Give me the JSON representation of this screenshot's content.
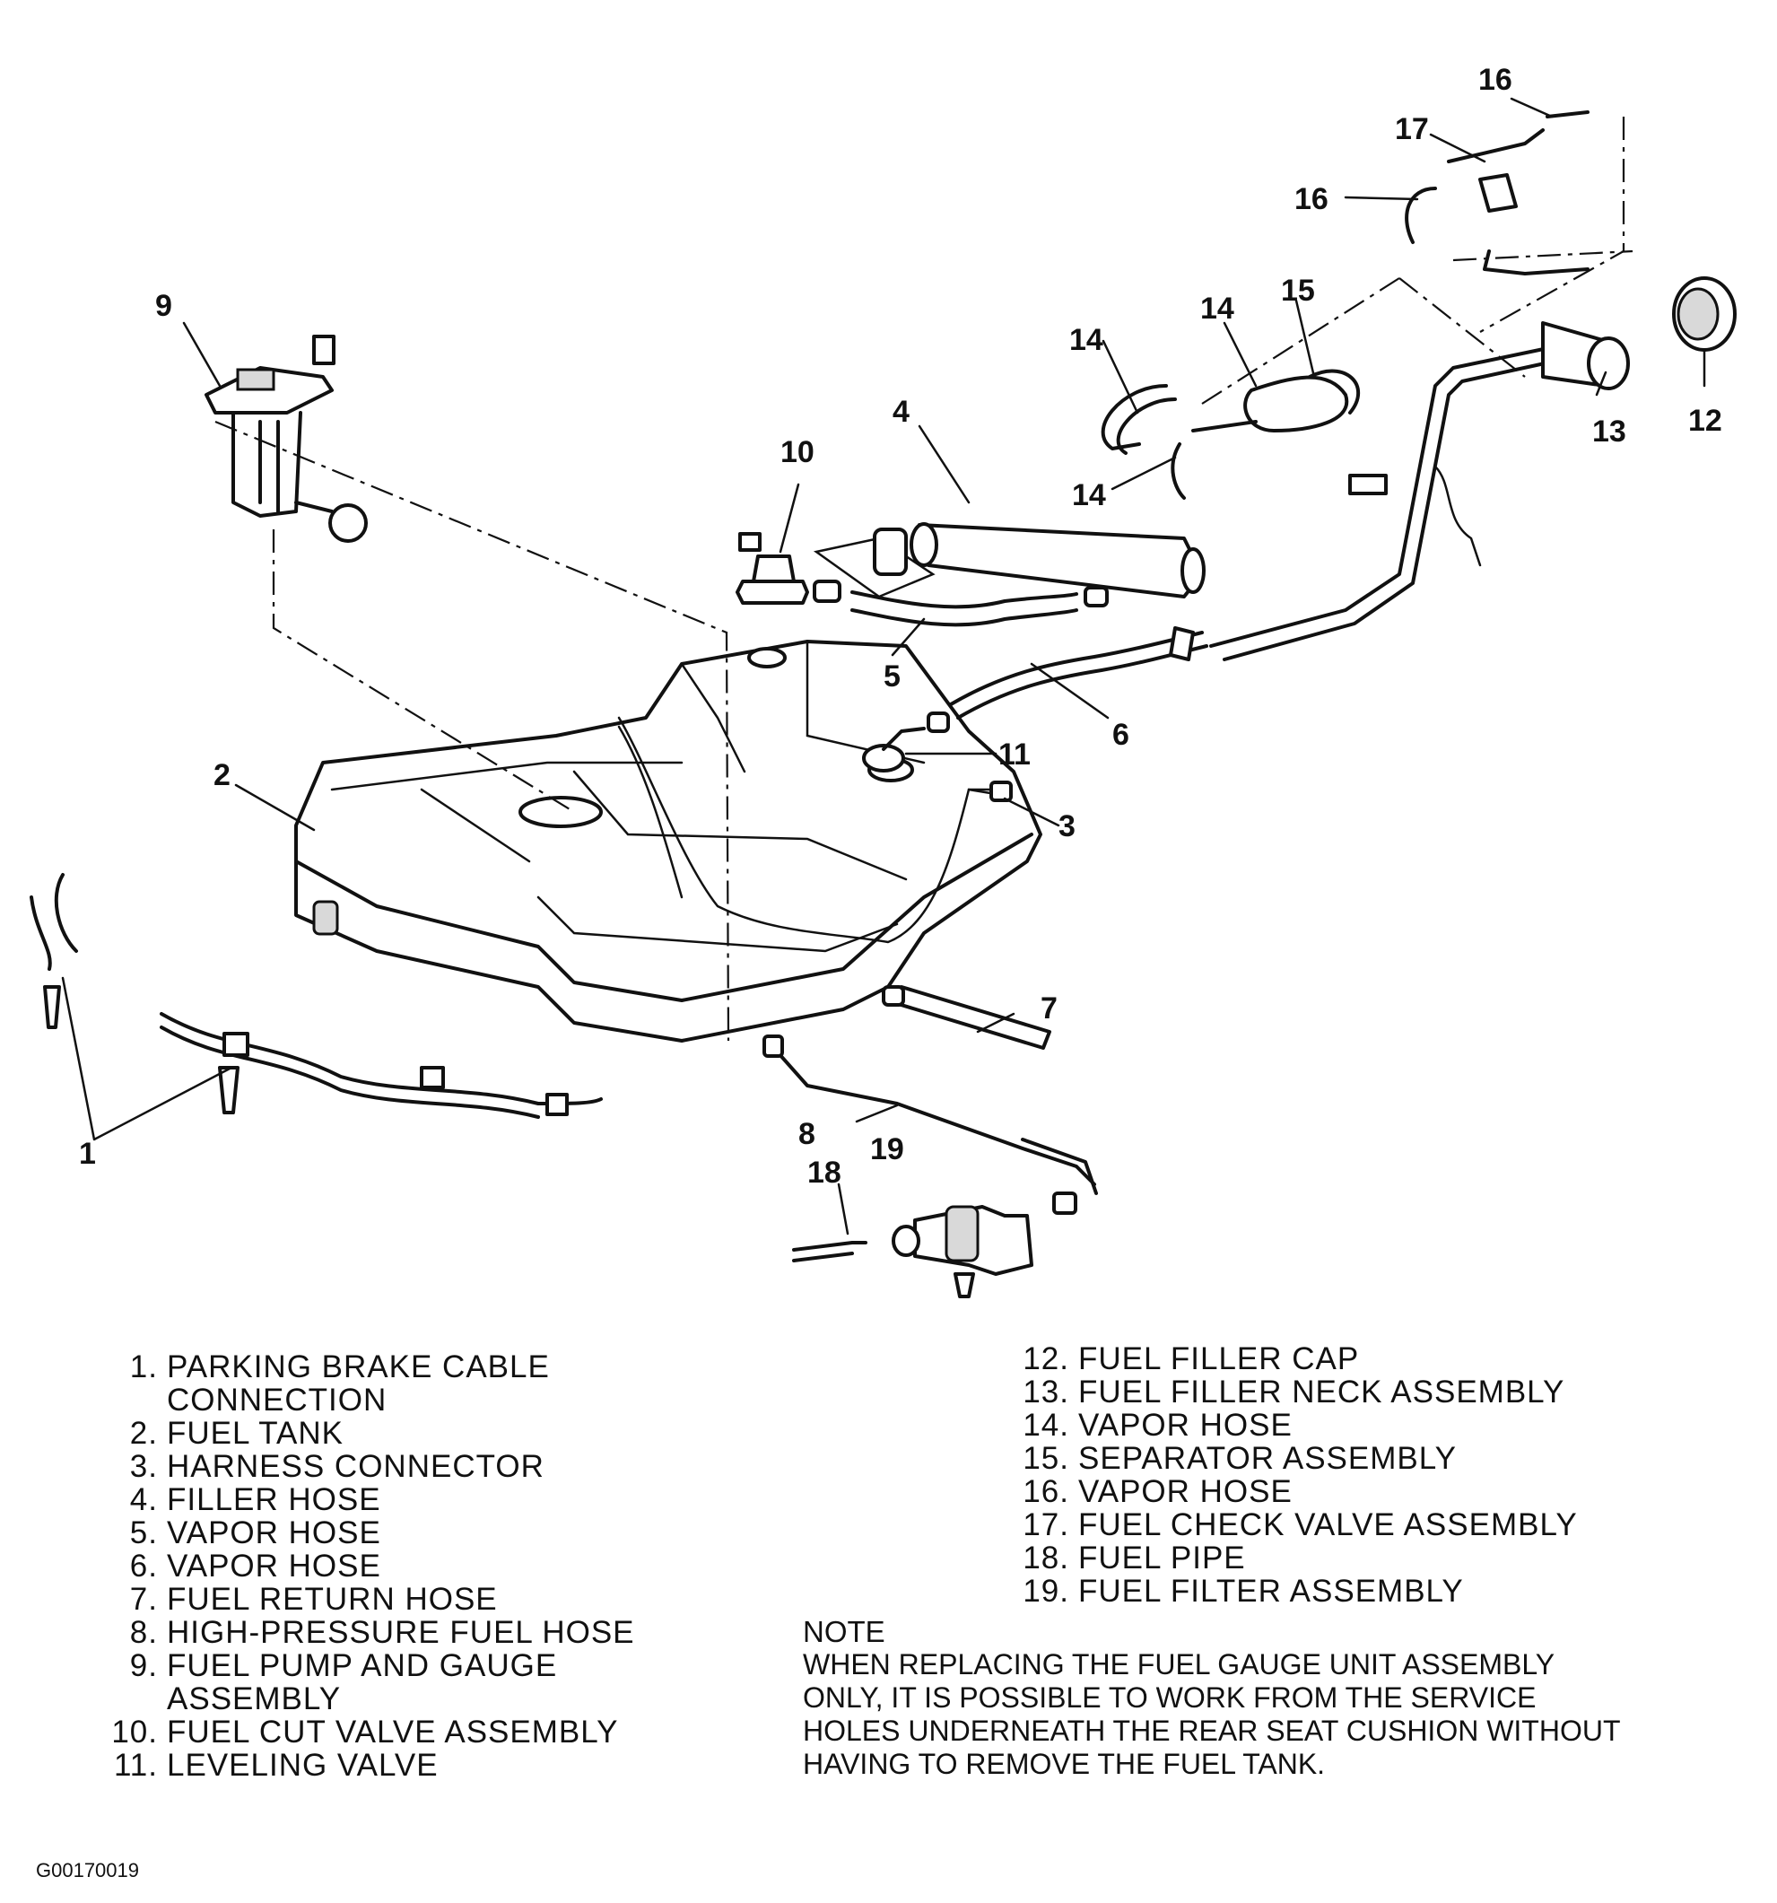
{
  "diagram": {
    "callouts": [
      "1",
      "2",
      "3",
      "4",
      "5",
      "6",
      "7",
      "8",
      "9",
      "10",
      "11",
      "12",
      "13",
      "14",
      "14",
      "14",
      "15",
      "16",
      "16",
      "17",
      "18",
      "19"
    ]
  },
  "legend_left": [
    {
      "num": "1.",
      "label": "PARKING BRAKE CABLE",
      "cont": "CONNECTION"
    },
    {
      "num": "2.",
      "label": "FUEL TANK"
    },
    {
      "num": "3.",
      "label": "HARNESS CONNECTOR"
    },
    {
      "num": "4.",
      "label": "FILLER HOSE"
    },
    {
      "num": "5.",
      "label": "VAPOR HOSE"
    },
    {
      "num": "6.",
      "label": "VAPOR HOSE"
    },
    {
      "num": "7.",
      "label": "FUEL RETURN HOSE"
    },
    {
      "num": "8.",
      "label": "HIGH-PRESSURE FUEL HOSE"
    },
    {
      "num": "9.",
      "label": "FUEL PUMP AND GAUGE",
      "cont": "ASSEMBLY"
    },
    {
      "num": "10.",
      "label": "FUEL CUT VALVE ASSEMBLY"
    },
    {
      "num": "11.",
      "label": "LEVELING VALVE"
    }
  ],
  "legend_right": [
    {
      "num": "12.",
      "label": "FUEL FILLER CAP"
    },
    {
      "num": "13.",
      "label": "FUEL FILLER NECK ASSEMBLY"
    },
    {
      "num": "14.",
      "label": "VAPOR HOSE"
    },
    {
      "num": "15.",
      "label": "SEPARATOR ASSEMBLY"
    },
    {
      "num": "16.",
      "label": "VAPOR HOSE"
    },
    {
      "num": "17.",
      "label": "FUEL CHECK VALVE ASSEMBLY"
    },
    {
      "num": "18.",
      "label": "FUEL PIPE"
    },
    {
      "num": "19.",
      "label": "FUEL FILTER ASSEMBLY"
    }
  ],
  "note": {
    "heading": "NOTE",
    "lines": [
      "WHEN REPLACING THE FUEL GAUGE UNIT ASSEMBLY",
      "ONLY, IT IS POSSIBLE TO WORK FROM THE SERVICE",
      "HOLES UNDERNEATH THE REAR SEAT CUSHION WITHOUT",
      "HAVING TO REMOVE THE FUEL TANK."
    ]
  },
  "figure_id": "G00170019"
}
